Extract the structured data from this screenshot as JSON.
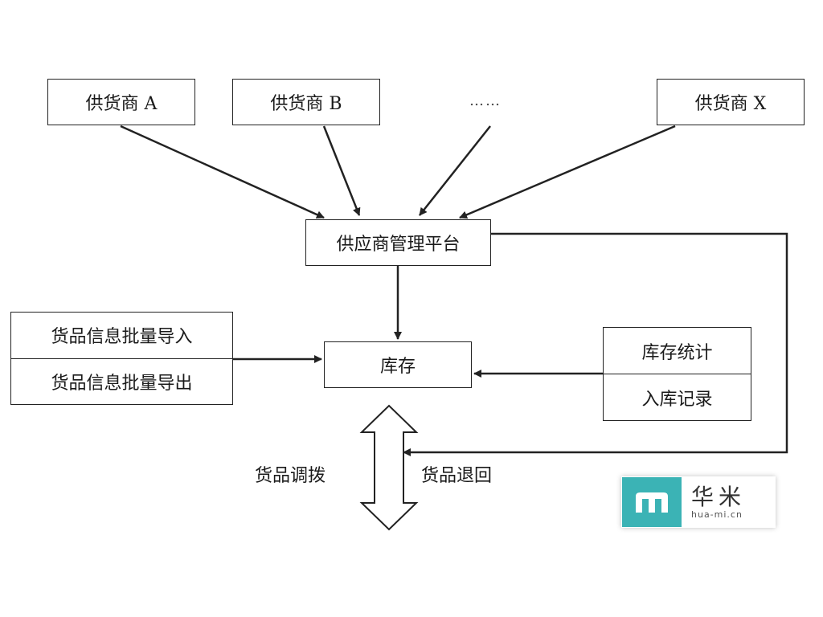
{
  "suppliers": {
    "a": "供货商 A",
    "b": "供货商 B",
    "ellipsis": "……",
    "x": "供货商 X"
  },
  "platform": "供应商管理平台",
  "inventory": "库存",
  "batch": {
    "import": "货品信息批量导入",
    "export": "货品信息批量导出"
  },
  "stats": {
    "statistics": "库存统计",
    "records": "入库记录"
  },
  "flows": {
    "transfer": "货品调拨",
    "return": "货品退回"
  },
  "watermark": {
    "name": "华米",
    "url": "hua-mi.cn",
    "color": "#3bb3b5"
  }
}
